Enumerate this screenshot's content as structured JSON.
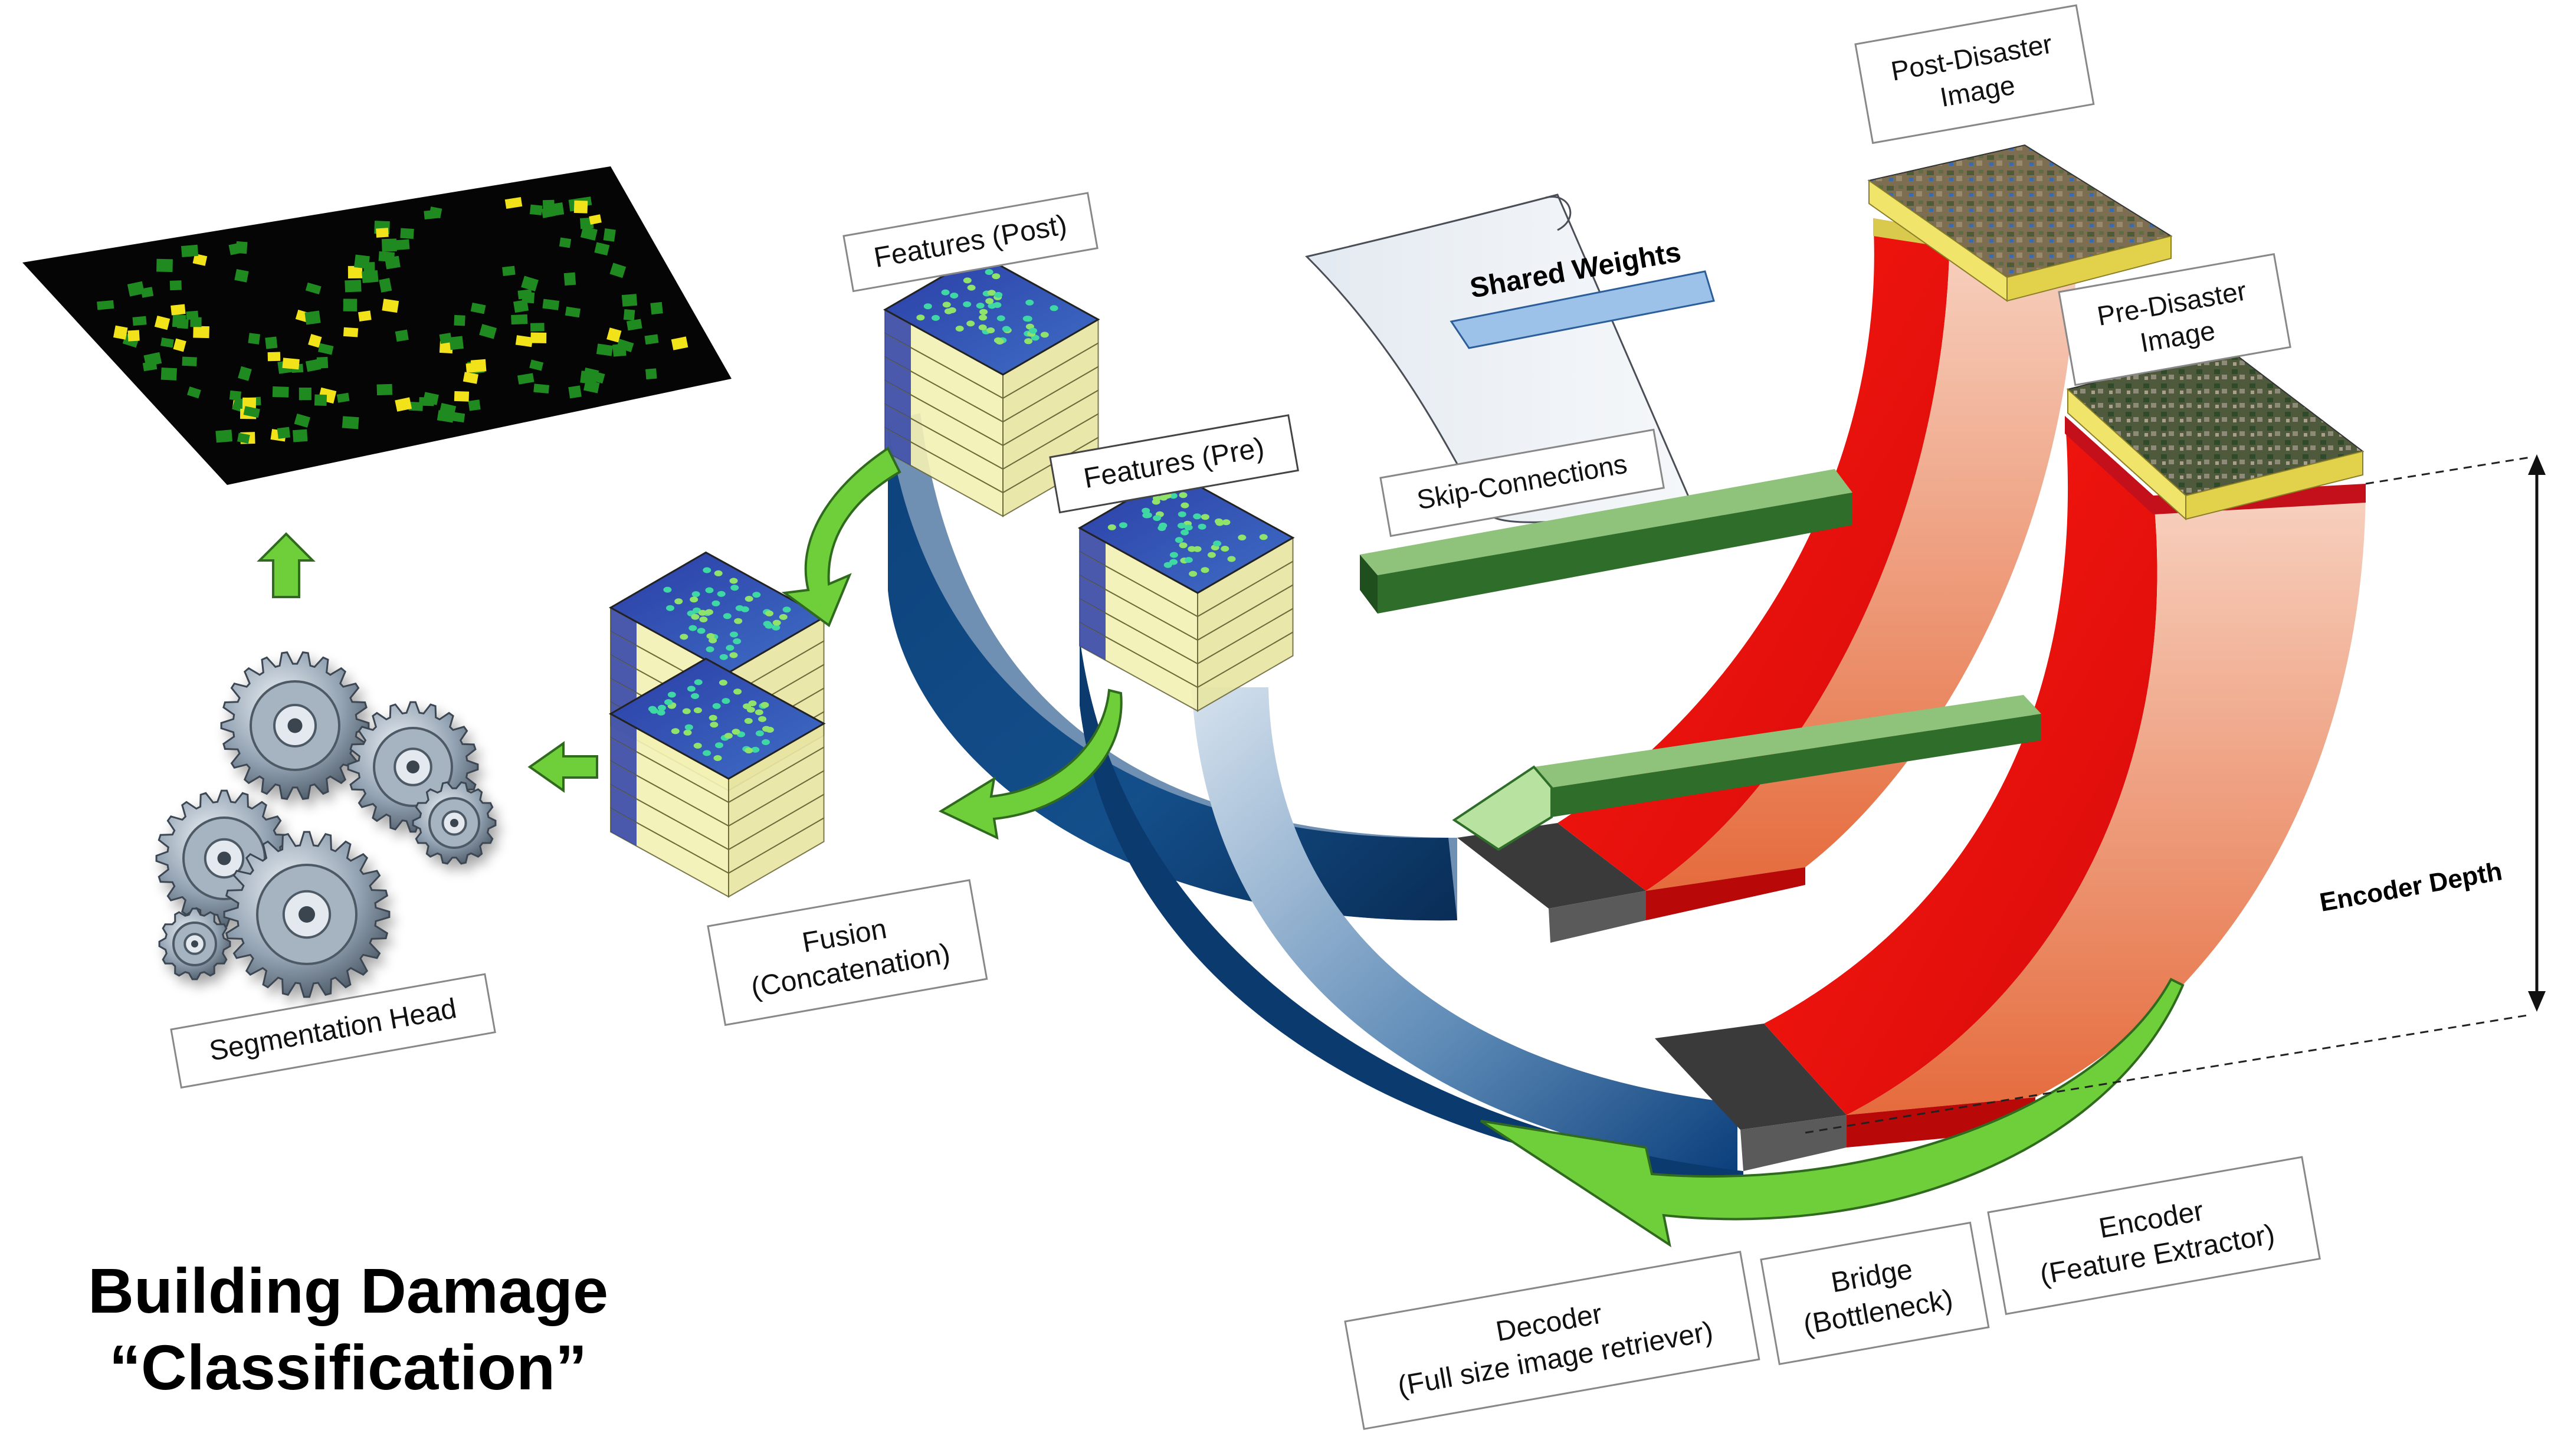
{
  "title": {
    "line1": "Building Damage",
    "line2": "“Classification”"
  },
  "labels": {
    "post_image": [
      "Post-Disaster",
      "Image"
    ],
    "pre_image": [
      "Pre-Disaster",
      "Image"
    ],
    "features_post": "Features (Post)",
    "features_pre": "Features (Pre)",
    "skip_connections": "Skip-Connections",
    "shared_weights": "Shared Weights",
    "fusion": [
      "Fusion",
      "(Concatenation)"
    ],
    "segmentation_head": "Segmentation Head",
    "encoder_depth": "Encoder Depth",
    "decoder": [
      "Decoder",
      "(Full size image retriever)"
    ],
    "bridge": [
      "Bridge",
      "(Bottleneck)"
    ],
    "encoder": [
      "Encoder",
      "(Feature Extractor)"
    ]
  },
  "colors": {
    "encoder": "#e8100e",
    "encoder_light": "#f08a5c",
    "decoder": "#0d4a86",
    "decoder_light": "#b9cfe0",
    "bridge": "#404040",
    "skip": "#2f6e2a",
    "arrow": "#5fc93a",
    "features": "#f3f1b4",
    "feature_map": "#1e2f9a",
    "map_background": "#050505",
    "building_intact": "#1f8a1f",
    "building_damaged": "#f1e21a",
    "satellite_frame": "#f1e46a"
  },
  "icons": {
    "segmentation_head": "gears-icon",
    "flow_arrows": "arrow-icon"
  }
}
